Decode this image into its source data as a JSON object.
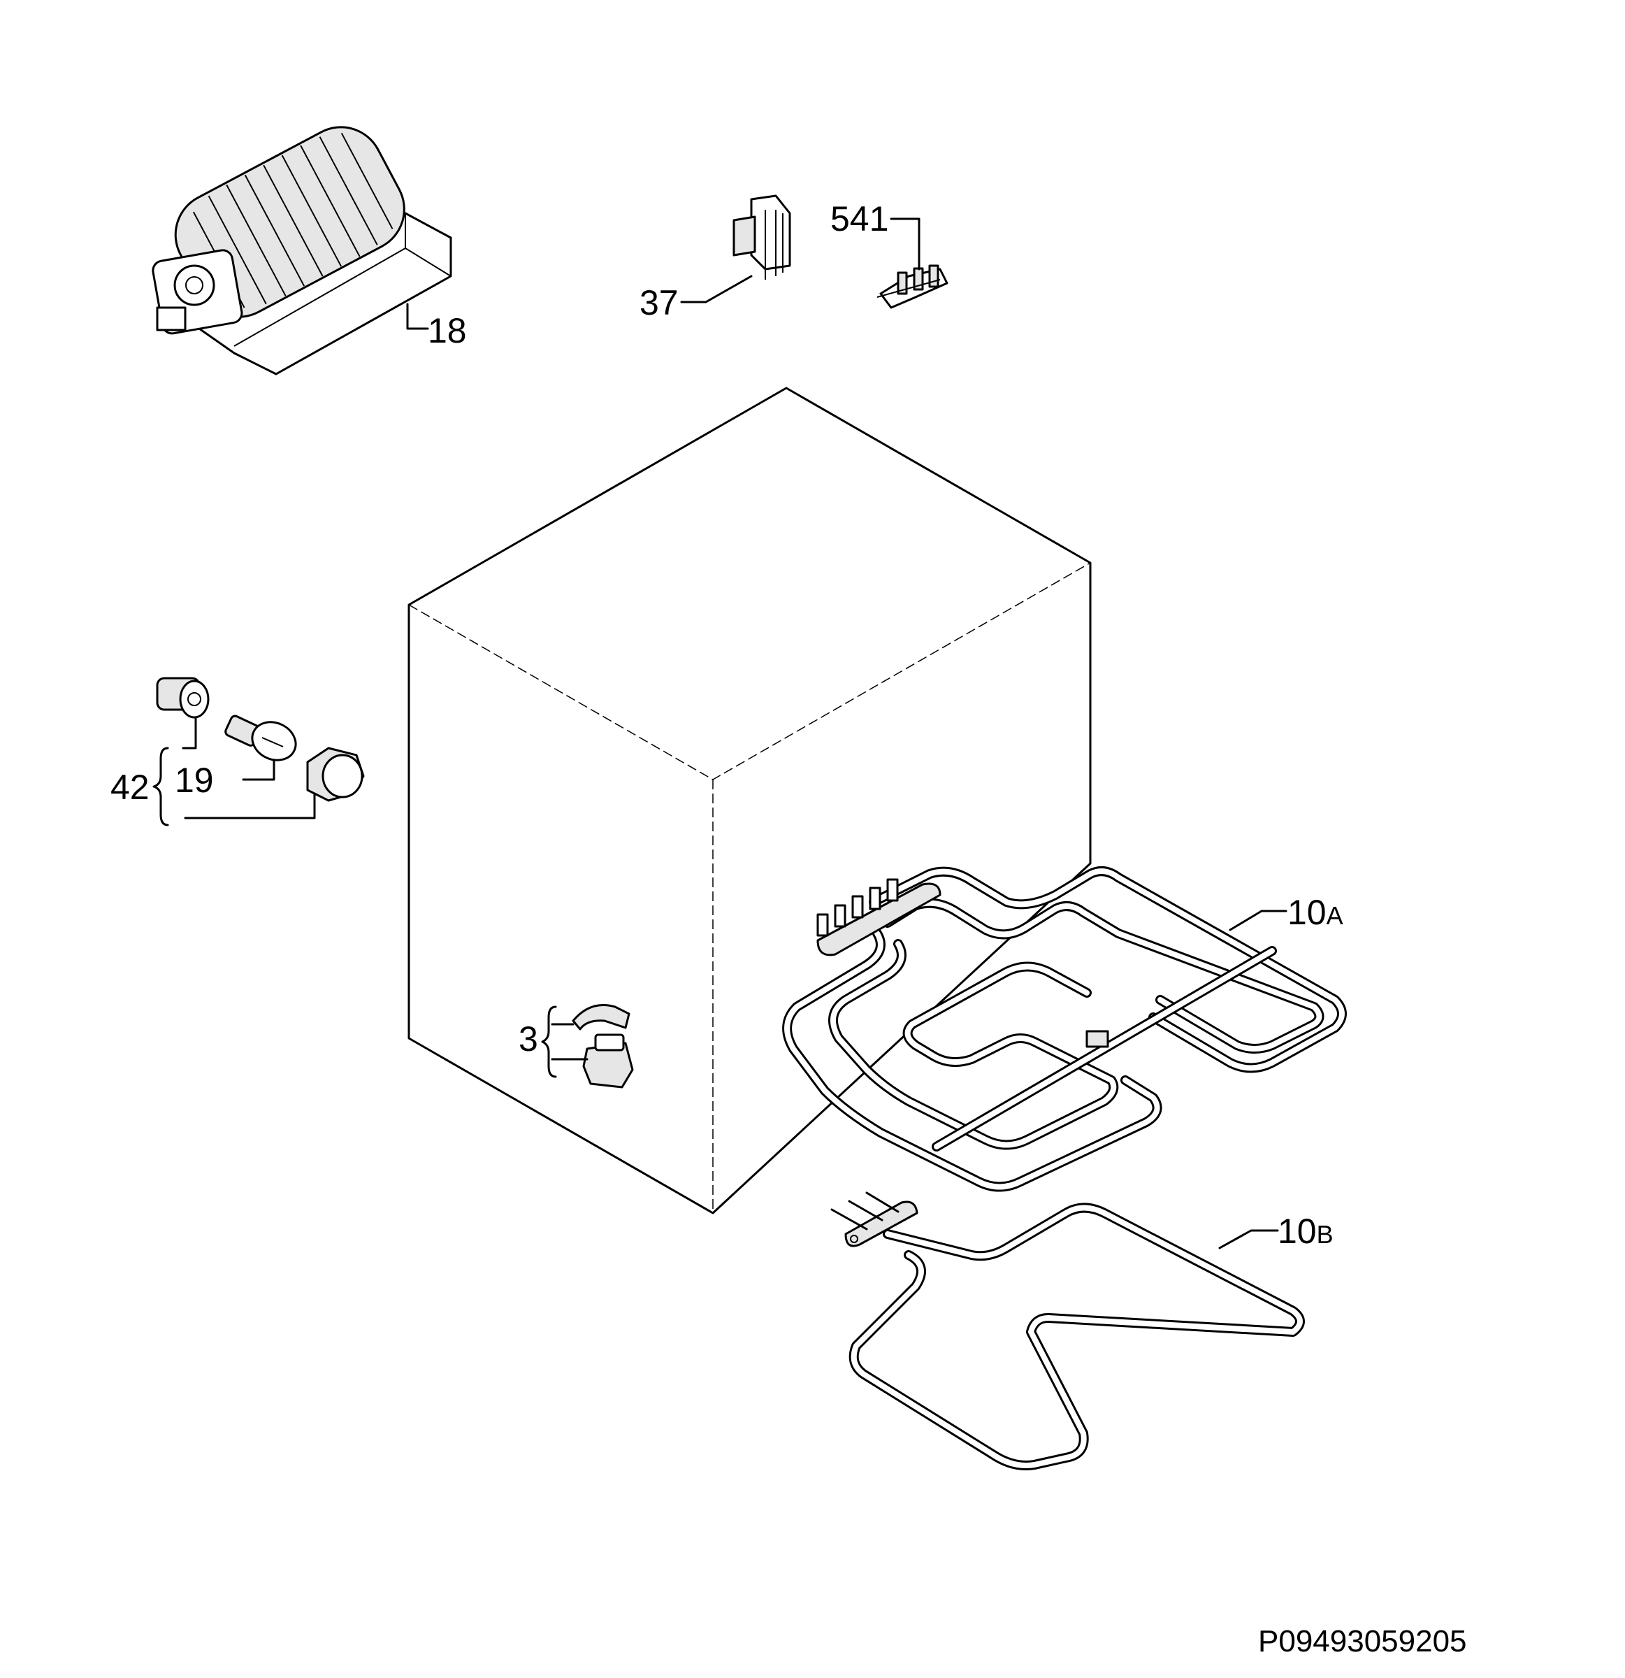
{
  "labels": {
    "fan": "18",
    "switch_37": "37",
    "switch_541": "541",
    "lamp_group": "42",
    "lamp_bulb": "19",
    "thermostat_group": "3",
    "element_10a_num": "10",
    "element_10a_letter": "A",
    "element_10b_num": "10",
    "element_10b_letter": "B"
  },
  "drawing_code": "P09493059205"
}
